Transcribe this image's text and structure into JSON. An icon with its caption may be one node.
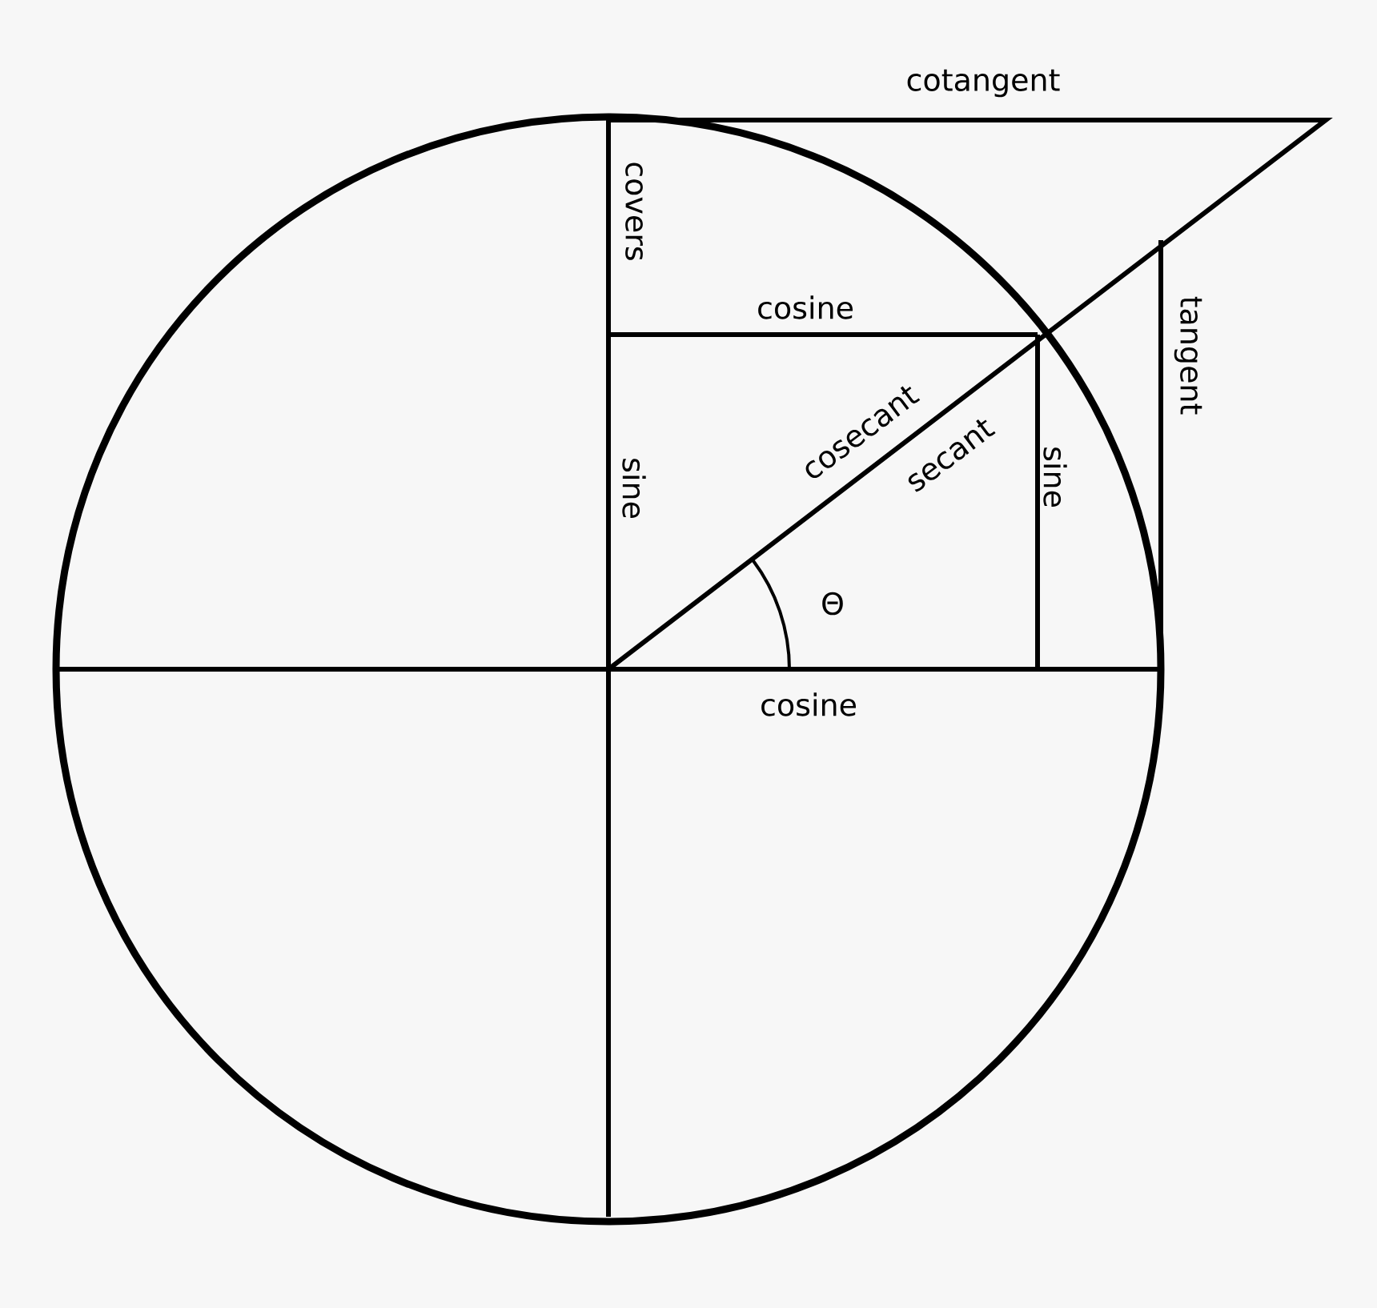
{
  "diagram": {
    "labels": [
      "cotangent",
      "covers",
      "cosine",
      "sine",
      "cosecant",
      "secant",
      "Θ",
      "sine",
      "tangent",
      "cosine"
    ]
  }
}
